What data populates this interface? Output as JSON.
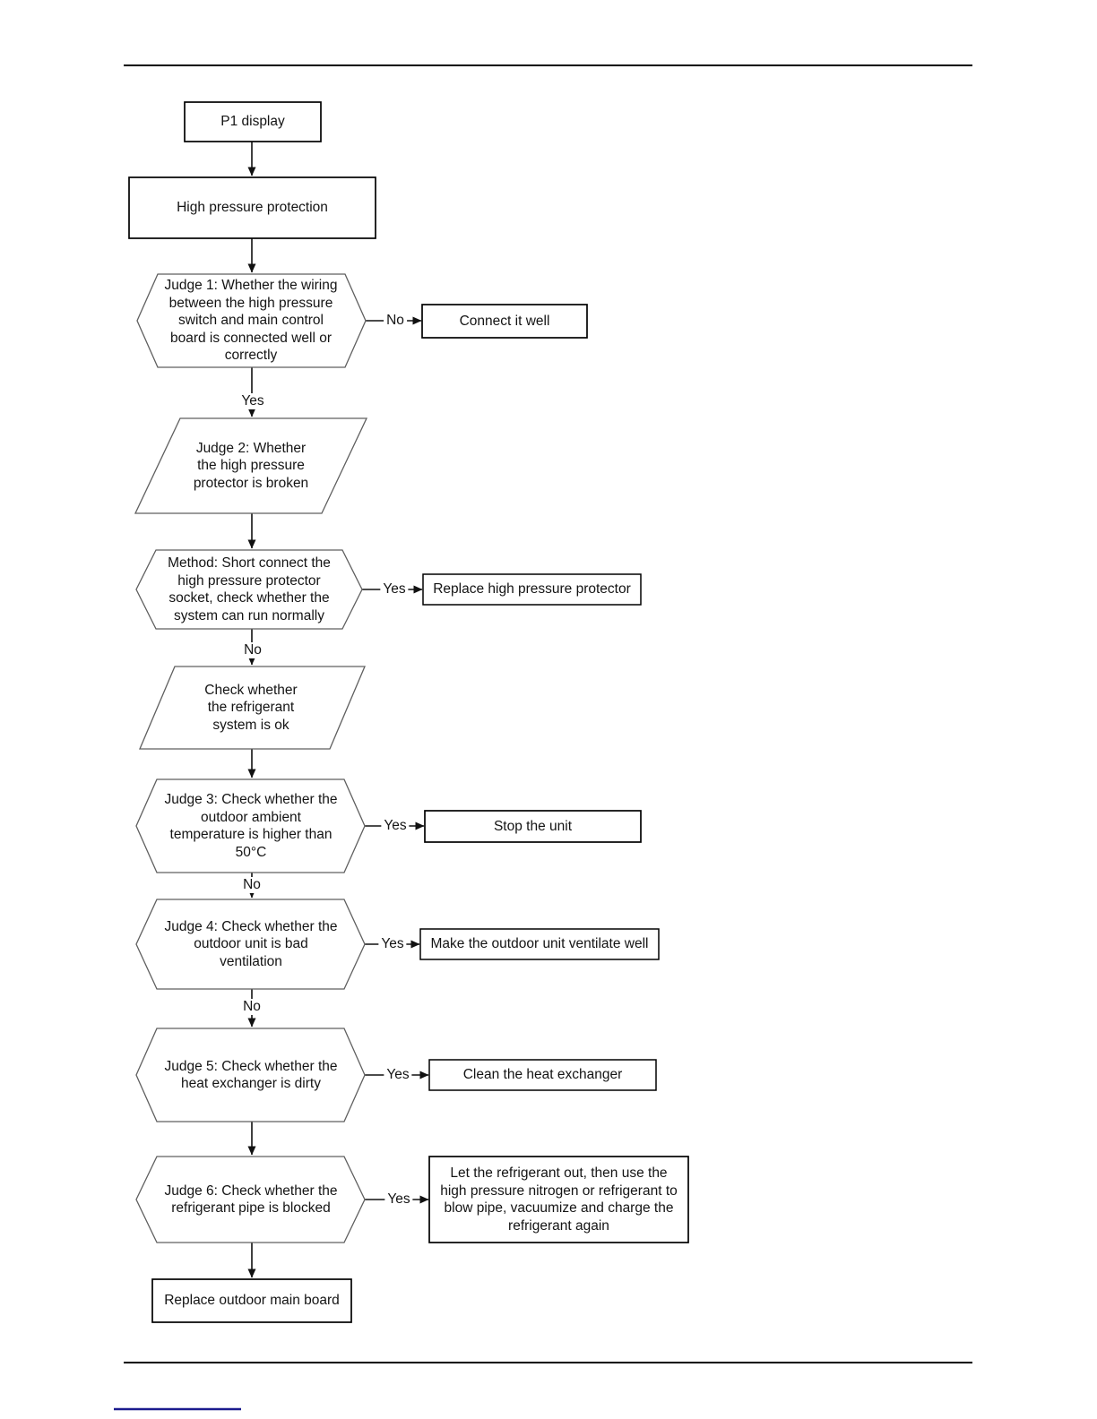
{
  "page": {
    "background": "#ffffff",
    "rule_color": "#000000",
    "accent_line_color": "#1b1b8e",
    "rect_stroke": "#000000",
    "poly_stroke": "#5f5f5f",
    "text_color": "#141414"
  },
  "flowchart": {
    "nodes": {
      "p1": {
        "type": "rect",
        "label": "P1 display"
      },
      "hp": {
        "type": "rect",
        "label": "High pressure protection"
      },
      "judge1": {
        "type": "hexagon",
        "label": "Judge 1: Whether the wiring\nbetween the high pressure\nswitch and main control\nboard is connected well or\ncorrectly"
      },
      "connect": {
        "type": "rect",
        "label": "Connect it well"
      },
      "judge2": {
        "type": "parallelogram",
        "label": "Judge 2: Whether\nthe high pressure\nprotector is broken"
      },
      "method": {
        "type": "hexagon",
        "label": "Method: Short connect the\nhigh pressure protector\nsocket, check whether the\nsystem can run normally"
      },
      "replace_protector": {
        "type": "rect",
        "label": "Replace high pressure protector"
      },
      "check_refrigerant": {
        "type": "parallelogram",
        "label": "Check whether\nthe refrigerant\nsystem is ok"
      },
      "judge3": {
        "type": "hexagon",
        "label": "Judge 3: Check whether the\noutdoor ambient\ntemperature is higher than\n50°C"
      },
      "stop_unit": {
        "type": "rect",
        "label": "Stop the unit"
      },
      "judge4": {
        "type": "hexagon",
        "label": "Judge 4: Check whether the\noutdoor unit is bad\nventilation"
      },
      "ventilate": {
        "type": "rect",
        "label": "Make the outdoor unit ventilate well"
      },
      "judge5": {
        "type": "hexagon",
        "label": "Judge 5: Check whether the\nheat exchanger is dirty"
      },
      "clean": {
        "type": "rect",
        "label": "Clean the heat exchanger"
      },
      "judge6": {
        "type": "hexagon",
        "label": "Judge 6: Check whether the\nrefrigerant pipe is blocked"
      },
      "refrigerant_fix": {
        "type": "rect",
        "label": "Let the refrigerant out, then use the\nhigh pressure nitrogen or refrigerant to\nblow pipe, vacuumize and charge the\nrefrigerant again"
      },
      "replace_board": {
        "type": "rect",
        "label": "Replace outdoor main board"
      }
    },
    "edge_labels": {
      "judge1_no": "No",
      "judge1_yes": "Yes",
      "method_yes": "Yes",
      "method_no": "No",
      "judge3_yes": "Yes",
      "judge3_no": "No",
      "judge4_yes": "Yes",
      "judge4_no": "No",
      "judge5_yes": "Yes",
      "judge6_yes": "Yes"
    }
  }
}
